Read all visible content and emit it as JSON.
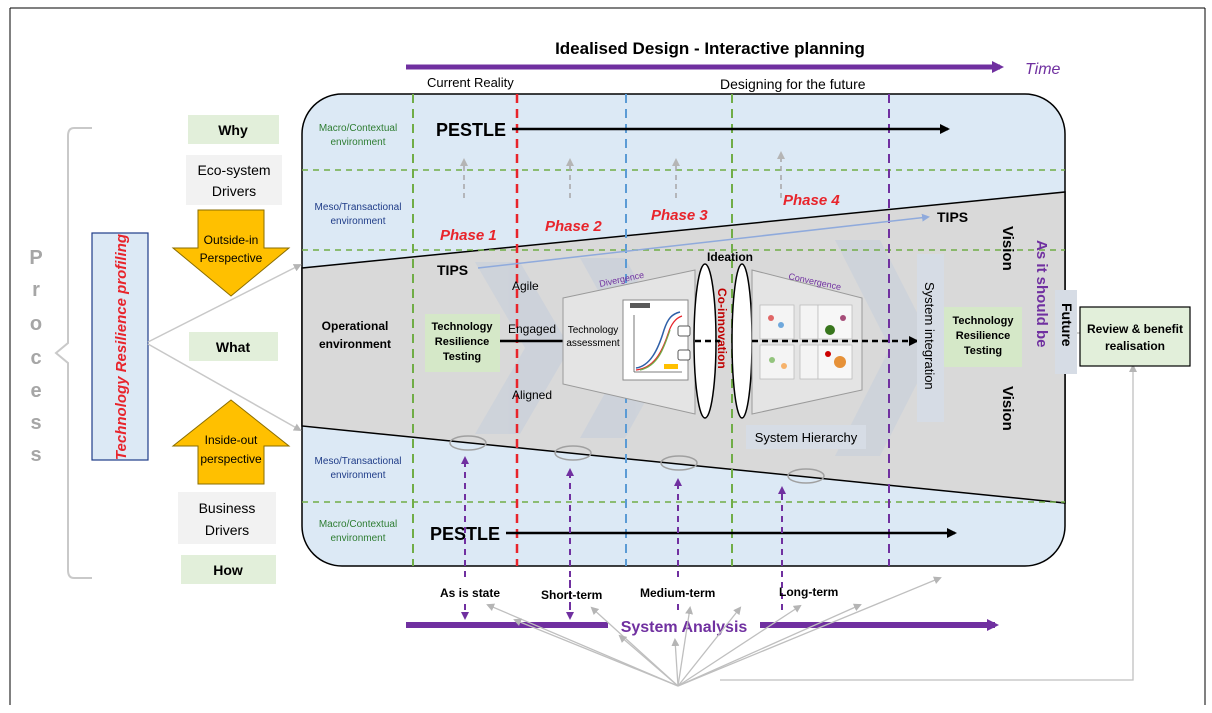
{
  "header": {
    "title": "Idealised Design - Interactive planning",
    "time_label": "Time",
    "current_reality": "Current Reality",
    "designing_future": "Designing for the future"
  },
  "left": {
    "process_letters": [
      "P",
      "r",
      "o",
      "c",
      "e",
      "s",
      "s"
    ],
    "profiling": "Technology Resilience profiling",
    "why": "Why",
    "what": "What",
    "how": "How",
    "eco_drivers_line1": "Eco-system",
    "eco_drivers_line2": "Drivers",
    "outside_in_line1": "Outside-in",
    "outside_in_line2": "Perspective",
    "inside_out_line1": "Inside-out",
    "inside_out_line2": "perspective",
    "business_drivers_line1": "Business",
    "business_drivers_line2": "Drivers"
  },
  "bands": {
    "macro_top_line1": "Macro/Contextual",
    "macro_top_line2": "environment",
    "meso_top_line1": "Meso/Transactional",
    "meso_top_line2": "environment",
    "operational_line1": "Operational",
    "operational_line2": "environment",
    "meso_bottom_line1": "Meso/Transactional",
    "meso_bottom_line2": "environment",
    "macro_bottom_line1": "Macro/Contextual",
    "macro_bottom_line2": "environment"
  },
  "center": {
    "pestle_top": "PESTLE",
    "pestle_bottom": "PESTLE",
    "phases": [
      "Phase 1",
      "Phase 2",
      "Phase 3",
      "Phase 4"
    ],
    "tips_left": "TIPS",
    "tips_right": "TIPS",
    "ideation": "Ideation",
    "divergence": "Divergence",
    "convergence": "Convergence",
    "agile": "Agile",
    "engaged": "Engaged",
    "aligned": "Aligned",
    "tech_assess_line1": "Technology",
    "tech_assess_line2": "assessment",
    "co_innovation": "Co-innovation",
    "trt_left_line1": "Technology",
    "trt_left_line2": "Resilience",
    "trt_left_line3": "Testing",
    "trt_right_line1": "Technology",
    "trt_right_line2": "Resilience",
    "trt_right_line3": "Testing",
    "system_integration": "System integration",
    "system_hierarchy": "System Hierarchy",
    "vision_top": "Vision",
    "vision_bottom": "Vision"
  },
  "right": {
    "as_it_should_be": "As it should be",
    "future": "Future",
    "review_line1": "Review & benefit",
    "review_line2": "realisation"
  },
  "bottom": {
    "as_is_state": "As is state",
    "short_term": "Short-term",
    "medium_term": "Medium-term",
    "long_term": "Long-term",
    "system_analysis": "System Analysis"
  },
  "colors": {
    "purple": "#7030a0",
    "red": "#e8242b",
    "green": "#70ad47",
    "light_blue": "#dce9f5",
    "light_green": "#e2efda",
    "yellow": "#ffc000",
    "grey_funnel": "#d9d9d9"
  }
}
